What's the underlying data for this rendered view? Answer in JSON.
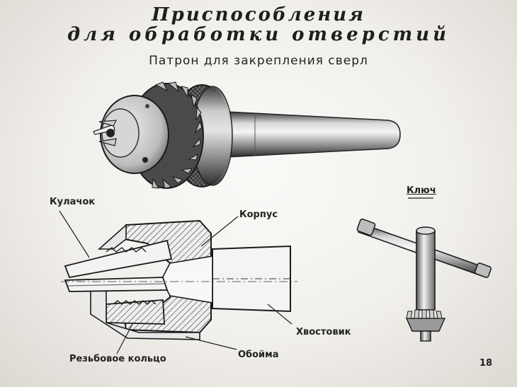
{
  "title": {
    "line1": "Приспособления",
    "line2": "для обработки отверстий"
  },
  "subtitle": "Патрон для закрепления сверл",
  "labels": {
    "jaw": "Кулачок",
    "body": "Корпус",
    "key": "Ключ",
    "shank": "Хвостовик",
    "cage": "Обойма",
    "threaded_ring": "Резьбовое кольцо"
  },
  "page_number": "18"
}
